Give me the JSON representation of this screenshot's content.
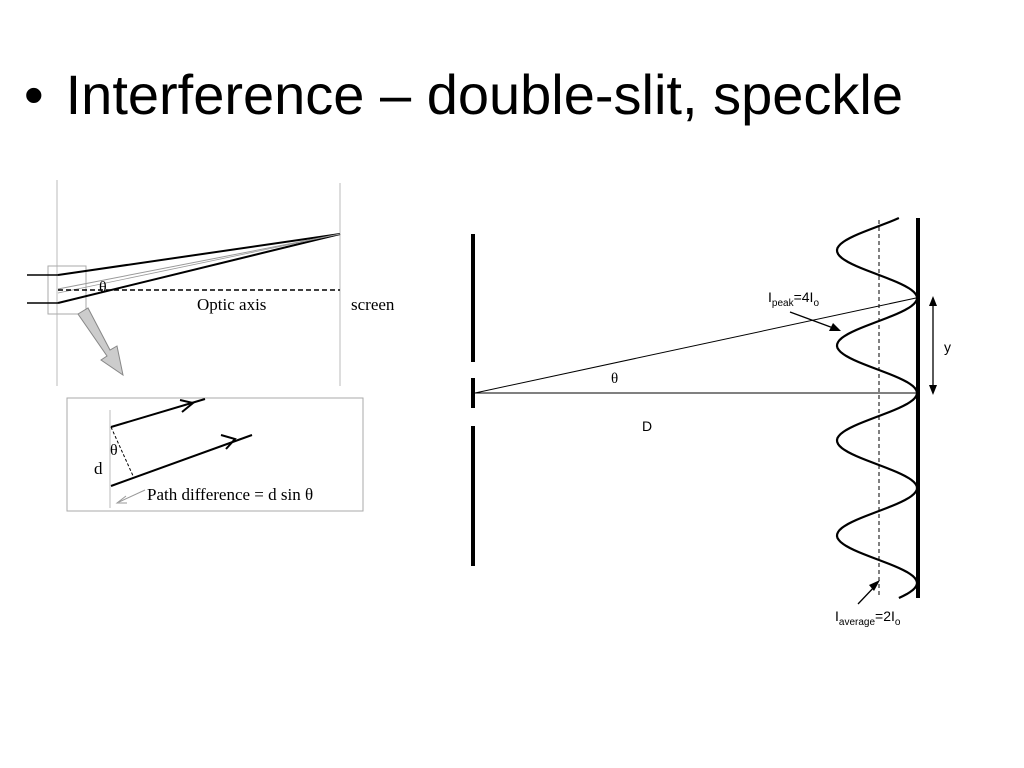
{
  "slide": {
    "bullet": "•",
    "title": "Interference – double-slit, speckle"
  },
  "left_diagram": {
    "theta_label": "θ",
    "optic_axis_label": "Optic axis",
    "screen_label": "screen"
  },
  "inset": {
    "theta_label": "θ",
    "d_label": "d",
    "path_difference_label": "Path difference = d sin θ"
  },
  "right_diagram": {
    "theta_label": "θ",
    "distance_label": "D",
    "y_label": "y",
    "peak": {
      "base": "I",
      "sub": "peak",
      "rest": "=4I",
      "sub2": "o"
    },
    "average": {
      "base": "I",
      "sub": "average",
      "rest": "=2I",
      "sub2": "o"
    }
  },
  "colors": {
    "line": "#000000",
    "light_line": "#999999",
    "frame": "#aaaaaa",
    "arrow_fill": "#cccccc",
    "arrow_stroke": "#888888"
  }
}
